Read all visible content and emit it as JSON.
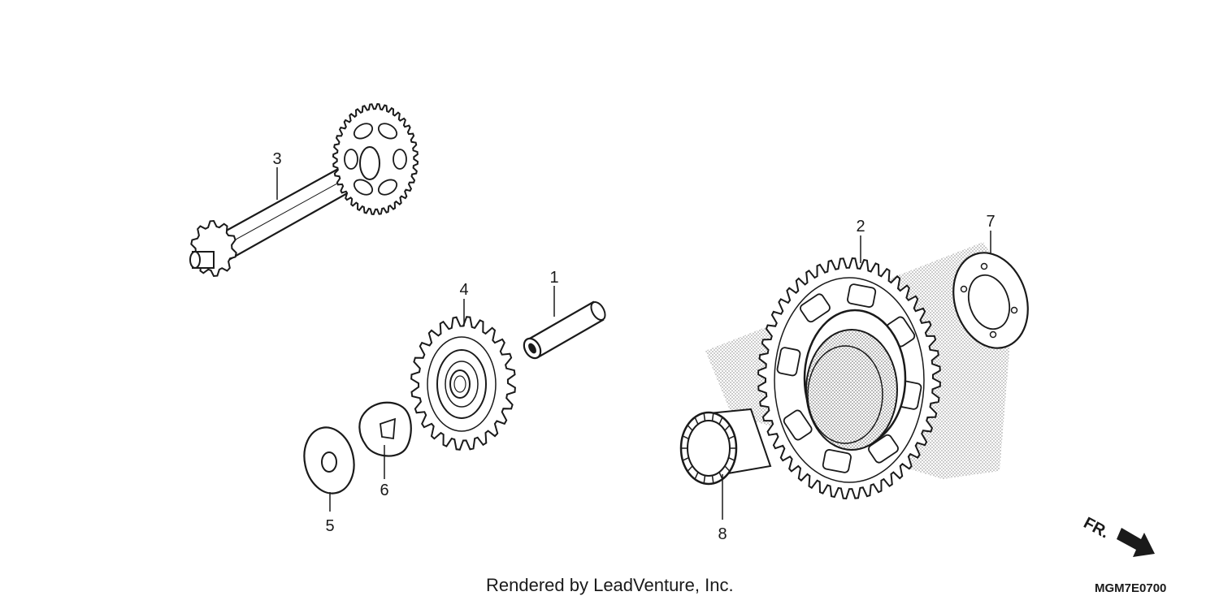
{
  "callouts": [
    "1",
    "2",
    "3",
    "4",
    "5",
    "6",
    "7",
    "8"
  ],
  "front_indicator": "FR.",
  "credit": "Rendered by LeadVenture, Inc.",
  "diagram_code": "MGM7E0700",
  "colors": {
    "line": "#1a1a1a",
    "background": "#ffffff",
    "shade": "#9a9a9a"
  }
}
